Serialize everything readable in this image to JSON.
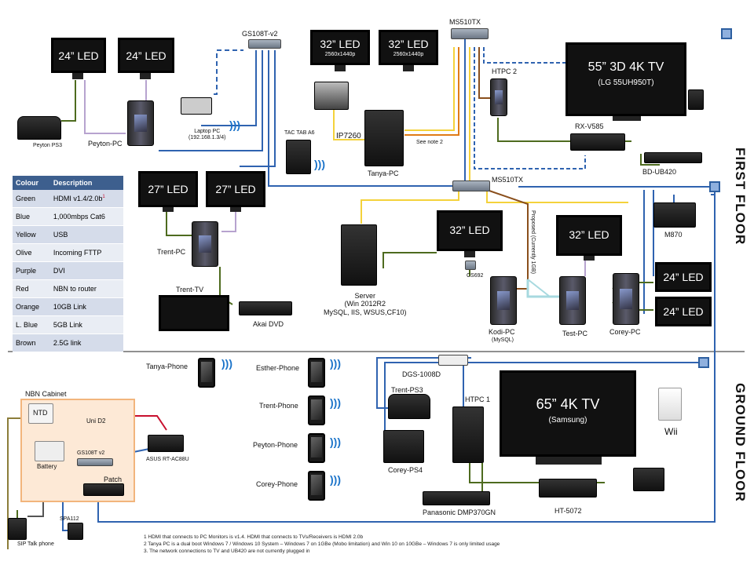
{
  "legend": {
    "header_colour": "Colour",
    "header_description": "Description",
    "rows": [
      {
        "colour": "Green",
        "description": "HDMI v1.4/2.0b",
        "sup": "1"
      },
      {
        "colour": "Blue",
        "description": "1,000mbps Cat6",
        "sup": ""
      },
      {
        "colour": "Yellow",
        "description": "USB",
        "sup": ""
      },
      {
        "colour": "Olive",
        "description": "Incoming FTTP",
        "sup": ""
      },
      {
        "colour": "Purple",
        "description": "DVI",
        "sup": ""
      },
      {
        "colour": "Red",
        "description": "NBN to router",
        "sup": ""
      },
      {
        "colour": "Orange",
        "description": "10GB Link",
        "sup": ""
      },
      {
        "colour": "L. Blue",
        "description": "5GB Link",
        "sup": ""
      },
      {
        "colour": "Brown",
        "description": "2.5G link",
        "sup": ""
      }
    ]
  },
  "colors": {
    "green": "#4e6b1f",
    "blue": "#2f63b0",
    "yellow": "#f4d23b",
    "olive": "#8c7d3a",
    "purple": "#b7a3cf",
    "red": "#c8102e",
    "orange": "#e07b16",
    "lightblue": "#a7d9df",
    "brown": "#8a4f1c"
  },
  "floors": {
    "first": "FIRST FLOOR",
    "ground": "GROUND FLOOR"
  },
  "monitors": {
    "m1": {
      "size": "24” LED",
      "res": ""
    },
    "m2": {
      "size": "24” LED",
      "res": ""
    },
    "m3": {
      "size": "32” LED",
      "res": "2560x1440p"
    },
    "m4": {
      "size": "32” LED",
      "res": "2560x1440p"
    },
    "m5": {
      "size": "27” LED",
      "res": ""
    },
    "m6": {
      "size": "27” LED",
      "res": ""
    },
    "m7": {
      "size": "32” LED",
      "res": ""
    },
    "m8": {
      "size": "32” LED",
      "res": ""
    },
    "m9": {
      "size": "24” LED",
      "res": ""
    },
    "m10": {
      "size": "24” LED",
      "res": ""
    }
  },
  "tvs": {
    "tv55": {
      "size": "55” 3D 4K TV",
      "model": "(LG 55UH950T)"
    },
    "tv65": {
      "size": "65” 4K TV",
      "model": "(Samsung)"
    }
  },
  "labels": {
    "gs108t_top": "GS108T-v2",
    "ms510tx_top": "MS510TX",
    "ms510tx_mid": "MS510TX",
    "peyton_ps3": "Peyton PS3",
    "peyton_pc": "Peyton-PC",
    "laptop": "Laptop PC\n(192.168.1.3/4)",
    "ip7260": "IP7260",
    "tanya_pc": "Tanya-PC",
    "see_note": "See note 2",
    "tac_tab": "TAC TAB A6",
    "htpc2": "HTPC 2",
    "rx_v585": "RX-V585",
    "bd_ub420": "BD-UB420",
    "trent_pc": "Trent-PC",
    "trent_tv": "Trent-TV",
    "akai_dvd": "Akai DVD",
    "server": "Server\n(Win 2012R2\nMySQL, IIS, WSUS,CF10)",
    "cs692": "CS692",
    "proposed": "Proposed (Currently 1GB)",
    "kodi_pc": "Kodi-PC",
    "kodi_sub": "(MySQL)",
    "test_pc": "Test-PC",
    "corey_pc": "Corey-PC",
    "m870": "M870",
    "tanya_phone": "Tanya-Phone",
    "esther_phone": "Esther-Phone",
    "trent_phone": "Trent-Phone",
    "peyton_phone": "Peyton-Phone",
    "corey_phone": "Corey-Phone",
    "dgs": "DGS-1008D",
    "trent_ps3": "Trent-PS3",
    "corey_ps4": "Corey-PS4",
    "htpc1": "HTPC 1",
    "wii": "Wii",
    "panasonic": "Panasonic DMP370GN",
    "ht5072": "HT-5072",
    "nbn": "NBN Cabinet",
    "ntd": "NTD",
    "uni_d2": "Uni D2",
    "battery": "Battery",
    "gs108t_low": "GS108T v2",
    "patch": "Patch",
    "asus": "ASUS RT-AC88U",
    "spa112": "SPA112",
    "sip": "SIP Talk phone"
  },
  "notes": [
    "1 HDMI that connects to PC Monitors is v1.4. HDMI that connects to TVs/Receivers is HDMI 2.0b",
    "2 Tanya PC is a dual boot Windows 7 / Windows 10 System – Windows 7 on 1GBe (Mobo limitation) and Win 10 on 10GBe – Windows 7 is only limited usage",
    "3. The network connections to TV and UB420 are not currently plugged in"
  ]
}
